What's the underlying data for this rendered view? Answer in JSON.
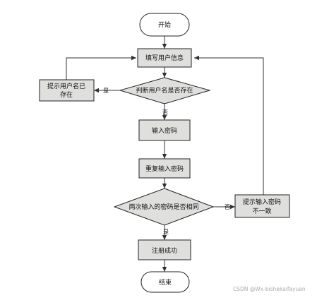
{
  "nodes": {
    "start": "开始",
    "fill": "填写用户信息",
    "check_user": "判断用户名是否存在",
    "exists_line1": "提示用户名已",
    "exists_line2": "存在",
    "enter_pwd": "输入密码",
    "repeat_pwd": "重复输入密码",
    "check_same": "两次输入的密码是否相同",
    "mismatch_line1": "提示输入密码",
    "mismatch_line2": "不一致",
    "success": "注册成功",
    "end": "结束"
  },
  "edges": {
    "yes_user": "是",
    "no_user": "否",
    "yes_same": "是",
    "no_same": "否"
  },
  "watermark": "CSDN @Wx-bishekaifayuan",
  "colors": {
    "box_fill": "#dfe0dd",
    "stroke": "#222222",
    "line": "#333333"
  }
}
